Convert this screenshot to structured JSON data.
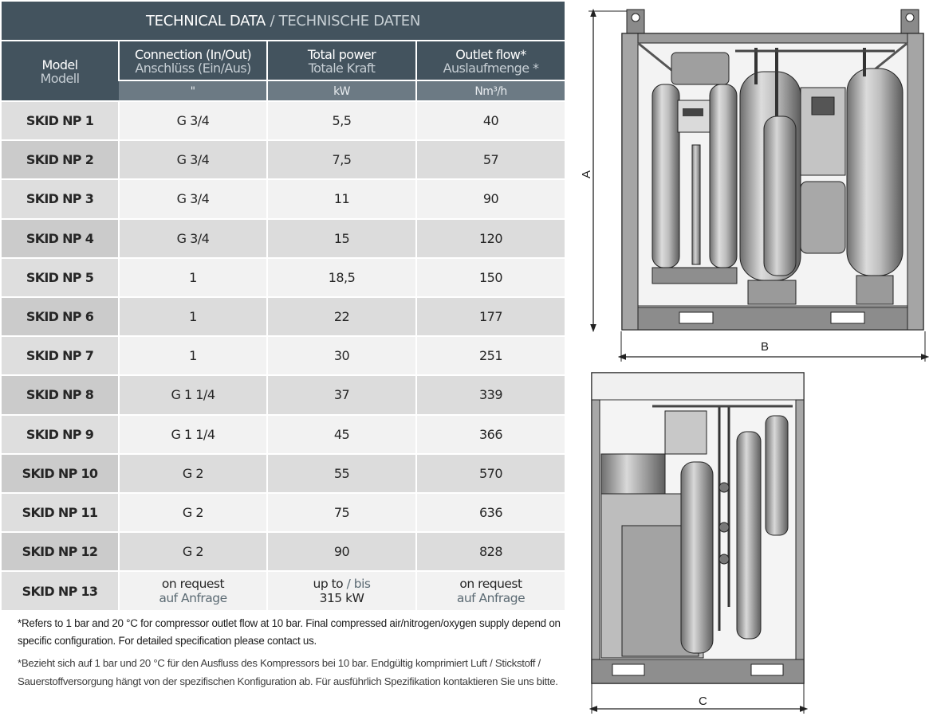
{
  "table": {
    "title_en": "TECHNICAL DATA",
    "title_sep": "/",
    "title_de": "TECHNISCHE DATEN",
    "headers": {
      "model": {
        "en": "Model",
        "de": "Modell"
      },
      "connection": {
        "en": "Connection (In/Out)",
        "de": "Anschlüss (Ein/Aus)",
        "unit": "\""
      },
      "power": {
        "en": "Total power",
        "de": "Totale Kraft",
        "unit": "kW"
      },
      "flow": {
        "en": "Outlet flow*",
        "de": "Auslaufmenge *",
        "unit": "Nm³/h"
      }
    },
    "rows": [
      {
        "model": "SKID NP 1",
        "connection": "G 3/4",
        "power": "5,5",
        "flow": "40"
      },
      {
        "model": "SKID NP 2",
        "connection": "G 3/4",
        "power": "7,5",
        "flow": "57"
      },
      {
        "model": "SKID NP 3",
        "connection": "G 3/4",
        "power": "11",
        "flow": "90"
      },
      {
        "model": "SKID NP 4",
        "connection": "G 3/4",
        "power": "15",
        "flow": "120"
      },
      {
        "model": "SKID NP 5",
        "connection": "1",
        "power": "18,5",
        "flow": "150"
      },
      {
        "model": "SKID NP 6",
        "connection": "1",
        "power": "22",
        "flow": "177"
      },
      {
        "model": "SKID NP 7",
        "connection": "1",
        "power": "30",
        "flow": "251"
      },
      {
        "model": "SKID NP 8",
        "connection": "G 1 1/4",
        "power": "37",
        "flow": "339"
      },
      {
        "model": "SKID NP 9",
        "connection": "G 1 1/4",
        "power": "45",
        "flow": "366"
      },
      {
        "model": "SKID NP 10",
        "connection": "G 2",
        "power": "55",
        "flow": "570"
      },
      {
        "model": "SKID NP 11",
        "connection": "G 2",
        "power": "75",
        "flow": "636"
      },
      {
        "model": "SKID NP 12",
        "connection": "G 2",
        "power": "90",
        "flow": "828"
      }
    ],
    "last_row": {
      "model": "SKID NP 13",
      "connection_en": "on request",
      "connection_de": "auf Anfrage",
      "power_en": "up to",
      "power_sep": "/",
      "power_de": "bis",
      "power_value": "315 kW",
      "flow_en": "on request",
      "flow_de": "auf Anfrage"
    }
  },
  "notes": {
    "en": "*Refers to 1 bar and 20 °C for compressor outlet flow at 10 bar. Final compressed air/nitrogen/oxygen supply depend on specific configuration. For detailed specification please contact us.",
    "de": "*Bezieht sich auf 1 bar und 20 °C für den Ausfluss des Kompressors bei 10 bar. Endgültig komprimiert Luft / Stickstoff / Sauerstoffversorgung hängt von der spezifischen Konfiguration ab. Für ausführlich Spezifikation kontaktieren Sie uns bitte."
  },
  "drawing": {
    "dim_a": "A",
    "dim_b": "B",
    "dim_c": "C"
  }
}
